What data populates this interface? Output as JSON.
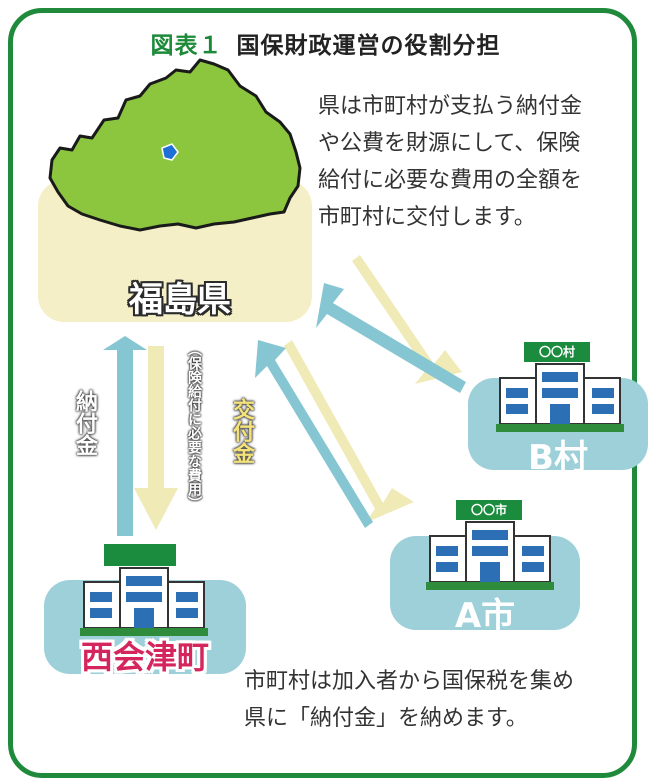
{
  "title": {
    "prefix": "図表１",
    "main": "国保財政運営の役割分担"
  },
  "description_top": [
    "県は市町村が支払う納付金",
    "や公費を財源にして、保険",
    "給付に必要な費用の全額を",
    "市町村に交付します。"
  ],
  "description_bottom": [
    "市町村は加入者から国保税を集め",
    "県に「納付金」を納めます。"
  ],
  "prefecture": {
    "label": "福島県"
  },
  "flows": {
    "payment": "納付金",
    "grant": "交付金",
    "grant_note": "（保険給付に必要な費用）"
  },
  "towns": [
    {
      "name": "西会津町",
      "sign": ""
    },
    {
      "name": "A市",
      "sign": "〇〇市"
    },
    {
      "name": "B村",
      "sign": "〇〇村"
    }
  ],
  "colors": {
    "frame": "#1f8a3b",
    "map_fill": "#8cc63f",
    "pad": "#f4efc6",
    "teal": "#9dd0d9",
    "up_arrow": "#86c6d2",
    "down_arrow": "#f0eab7",
    "town_highlight": "#d4255d"
  }
}
